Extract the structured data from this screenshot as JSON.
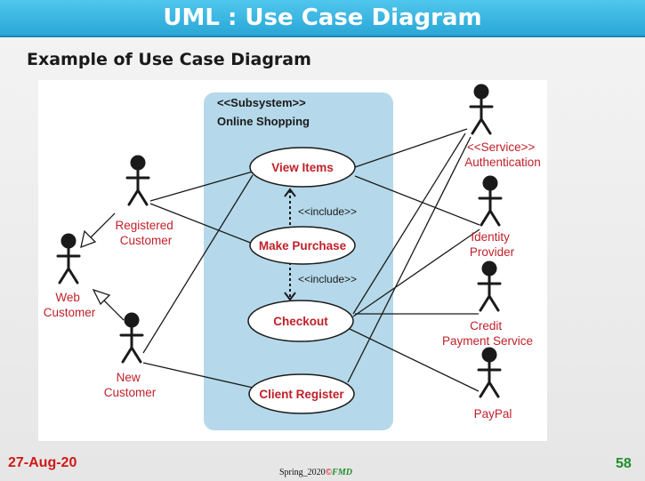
{
  "header": {
    "title": "UML : Use Case Diagram"
  },
  "slide": {
    "subtitle": "Example of Use Case Diagram"
  },
  "diagram": {
    "subsystem": {
      "stereotype": "<<Subsystem>>",
      "name": "Online Shopping"
    },
    "use_cases": {
      "view_items": "View Items",
      "make_purchase": "Make Purchase",
      "checkout": "Checkout",
      "client_register": "Client Register"
    },
    "include_label_1": "<<include>>",
    "include_label_2": "<<include>>",
    "actors": {
      "registered_customer": [
        "Registered",
        "Customer"
      ],
      "web_customer": [
        "Web",
        "Customer"
      ],
      "new_customer": [
        "New",
        "Customer"
      ],
      "authentication": [
        "<<Service>>",
        "Authentication"
      ],
      "identity_provider": [
        "Identity",
        "Provider"
      ],
      "credit_payment": [
        "Credit",
        "Payment Service"
      ],
      "paypal": [
        "PayPal"
      ]
    }
  },
  "footer": {
    "date": "27-Aug-20",
    "course": "Spring_2020",
    "mark": "©",
    "initials": "FMD",
    "page": "58"
  },
  "colors": {
    "title_bar": "#2aa7d6",
    "subsystem_fill": "#b5d9ea",
    "label_red": "#c0202a",
    "page_green": "#1f8f2a"
  }
}
